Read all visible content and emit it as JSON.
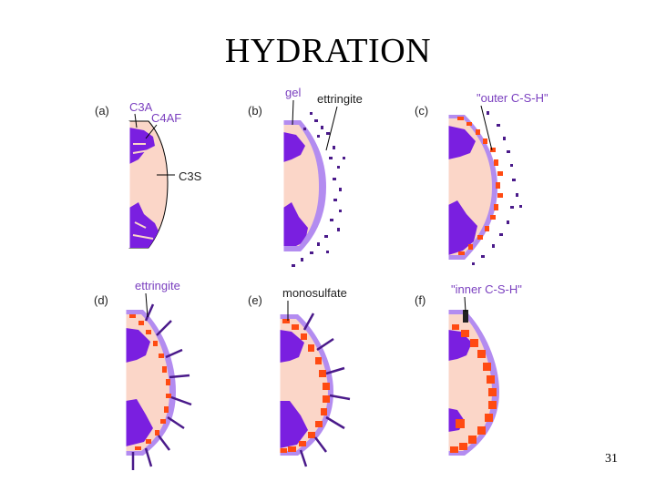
{
  "title": "HYDRATION",
  "page_number": "31",
  "colors": {
    "core": "#fbd6c8",
    "c3a_c4af": "#7a1fe0",
    "gel": "#b38cf0",
    "ettringite": "#4a1a8a",
    "csh": "#ff4a12",
    "label_purple": "#7a3fbf"
  },
  "panels": [
    {
      "id": "a",
      "tag": "(a)",
      "labels": [
        "C3A",
        "C4AF",
        "C3S"
      ]
    },
    {
      "id": "b",
      "tag": "(b)",
      "labels": [
        "gel",
        "ettringite"
      ]
    },
    {
      "id": "c",
      "tag": "(c)",
      "labels": [
        "\"outer C-S-H\""
      ]
    },
    {
      "id": "d",
      "tag": "(d)",
      "labels": [
        "ettringite"
      ]
    },
    {
      "id": "e",
      "tag": "(e)",
      "labels": [
        "monosulfate"
      ]
    },
    {
      "id": "f",
      "tag": "(f)",
      "labels": [
        "\"inner C-S-H\""
      ]
    }
  ]
}
